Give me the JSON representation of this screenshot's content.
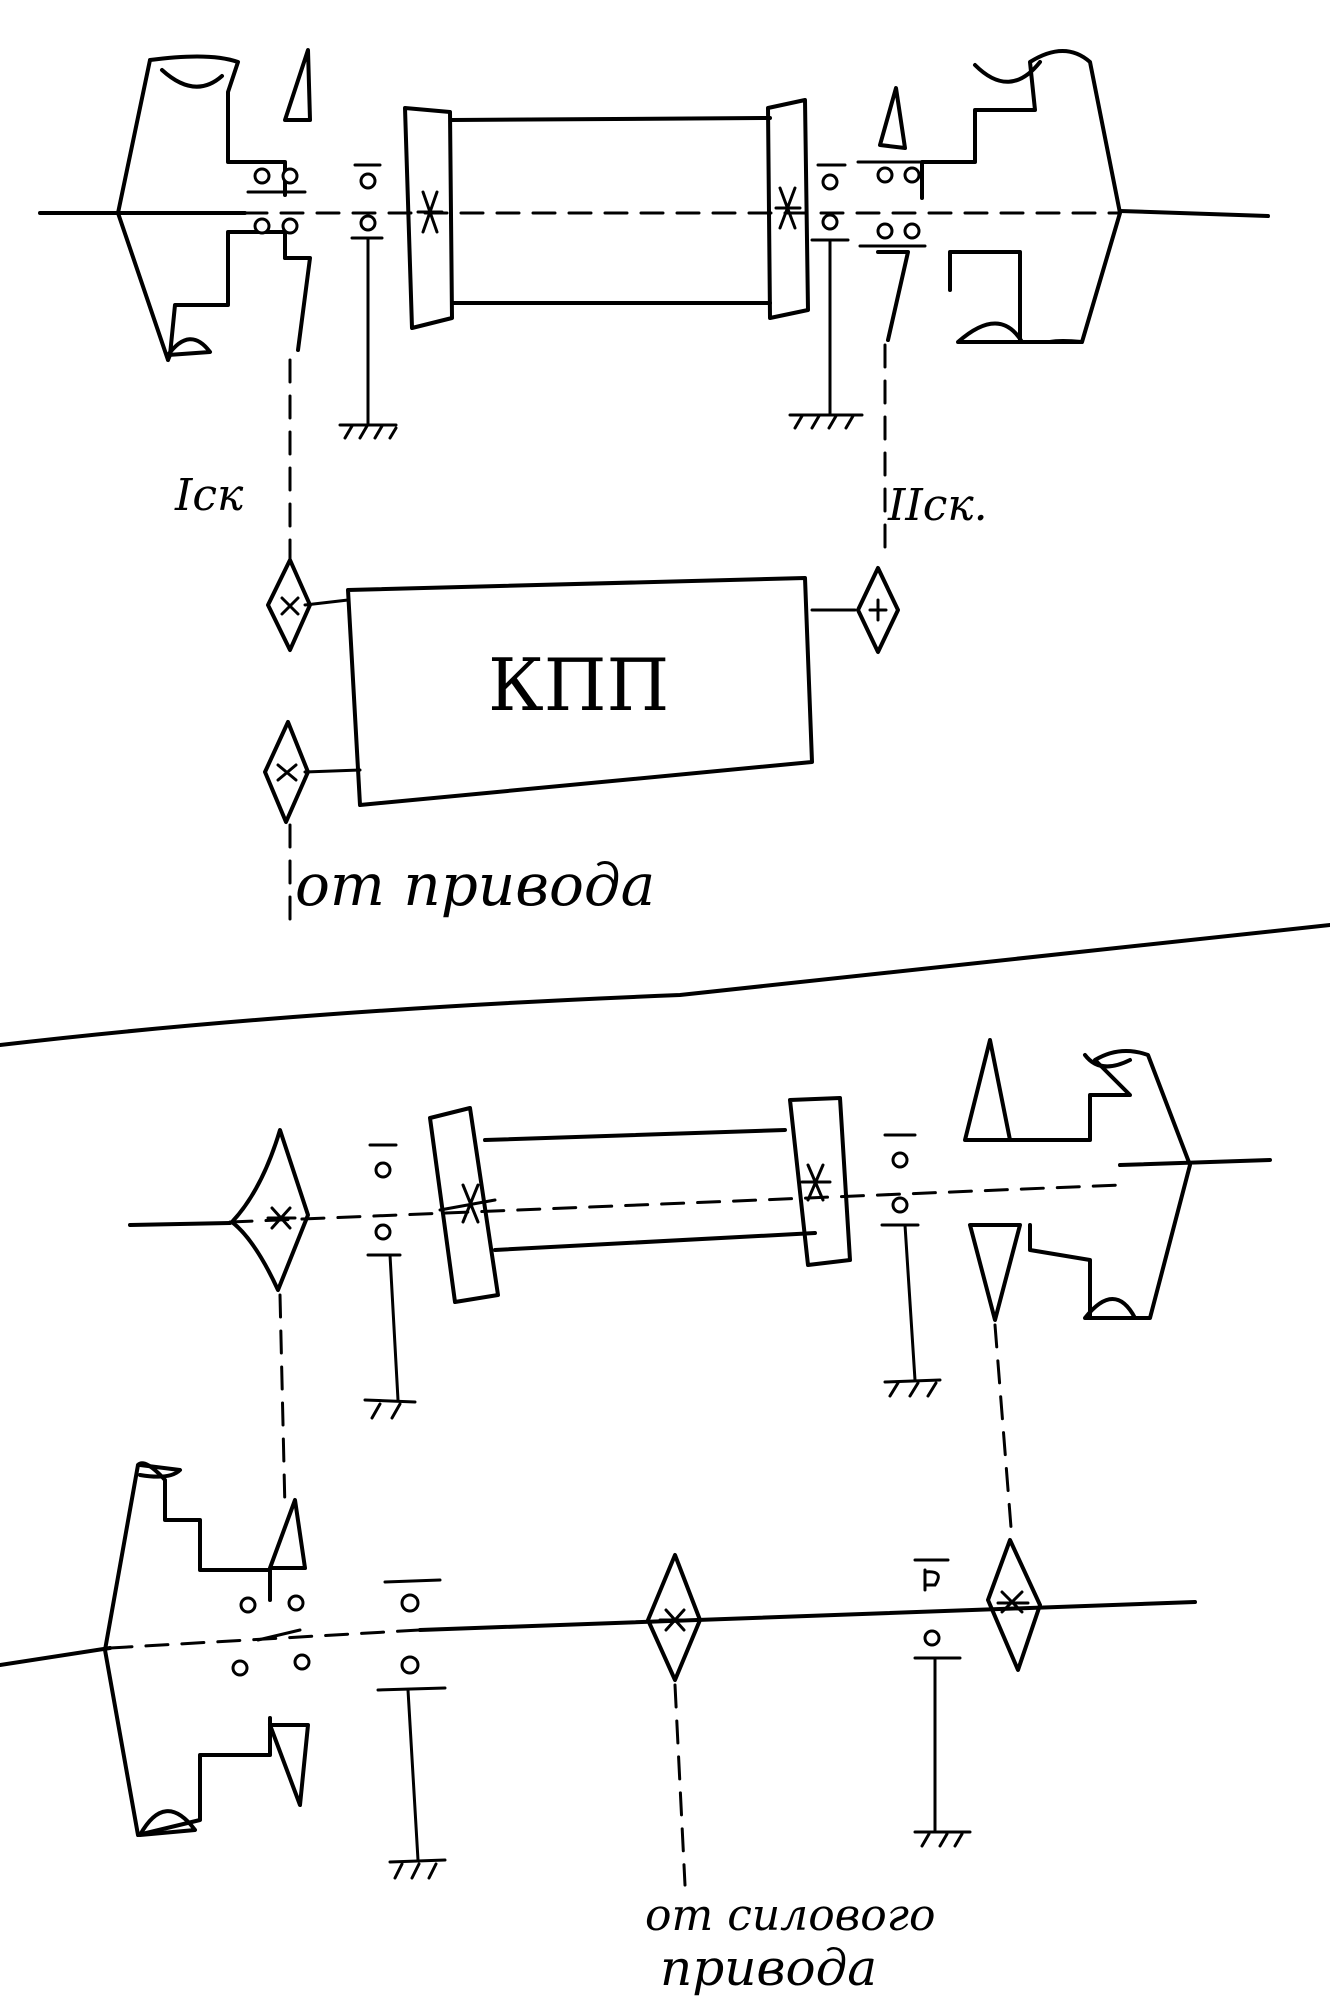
{
  "labels": {
    "shaft1": "Iск",
    "shaft2": "IIск.",
    "gearbox": "КПП",
    "from_drive": "от привода",
    "from_power_drive_1": "от силового",
    "from_power_drive_2": "привода"
  }
}
